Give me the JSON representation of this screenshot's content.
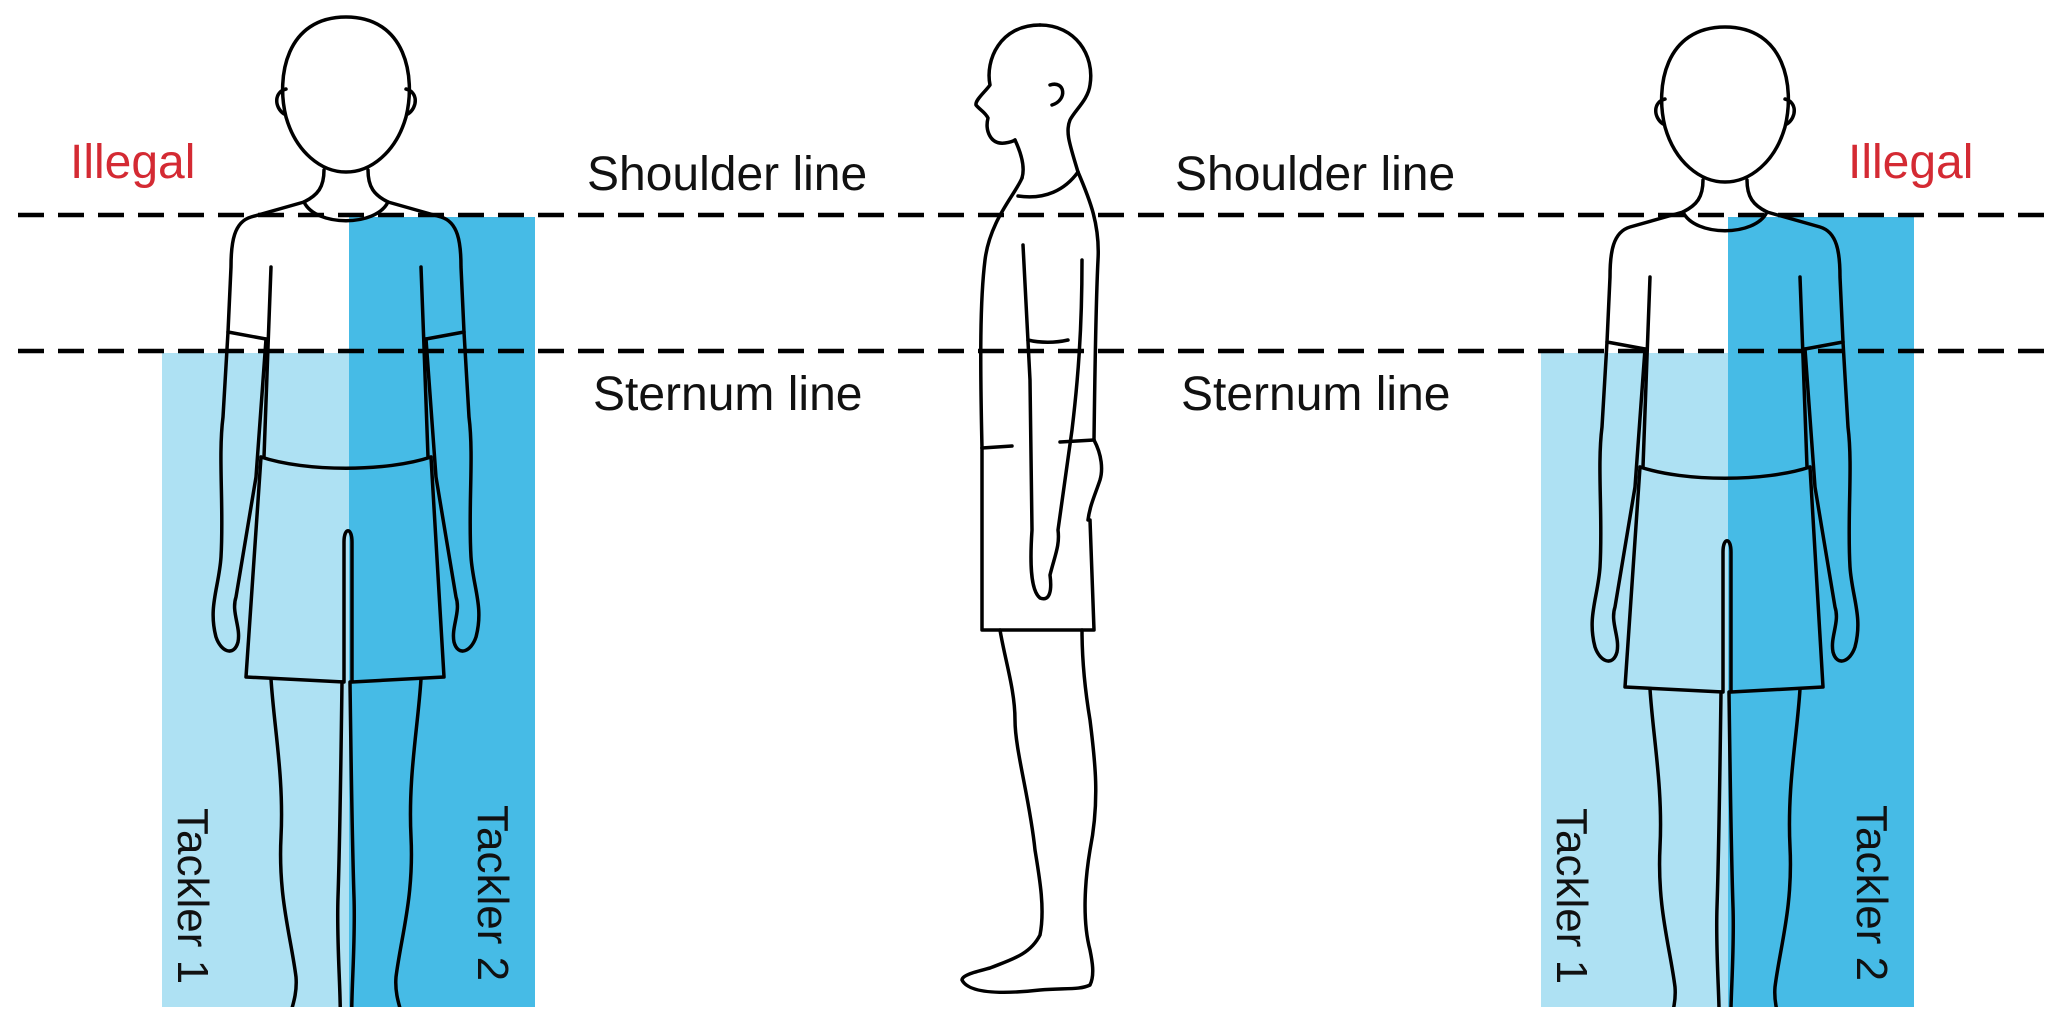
{
  "labels": {
    "shoulder_line": "Shoulder line",
    "sternum_line": "Sternum line",
    "illegal": "Illegal",
    "tackler_1": "Tackler 1",
    "tackler_2": "Tackler 2"
  },
  "colors": {
    "tackler_1_zone": "#aee1f3",
    "tackler_2_zone": "#46bbe6",
    "illegal_text": "#d42a33",
    "outline": "#000000"
  },
  "icons": [
    "front-view-figure-icon",
    "side-view-figure-icon"
  ]
}
